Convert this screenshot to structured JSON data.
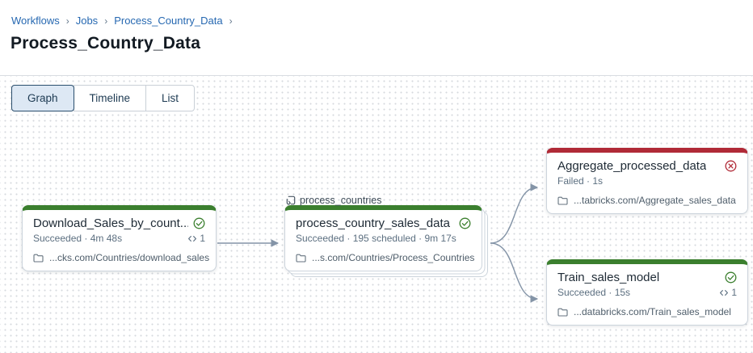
{
  "breadcrumb": {
    "separator": "›",
    "items": [
      "Workflows",
      "Jobs",
      "Process_Country_Data"
    ]
  },
  "page": {
    "title": "Process_Country_Data"
  },
  "tabs": {
    "graph": "Graph",
    "timeline": "Timeline",
    "list": "List",
    "selected": "Graph"
  },
  "graph": {
    "colors": {
      "success": "#3b7f2e",
      "failed": "#b02a37",
      "edge": "#8494a7"
    },
    "nodes": [
      {
        "title": "Download_Sales_by_count...",
        "state": "success",
        "status_line": "Succeeded · 4m 48s",
        "code_count": "1",
        "path": "...cks.com/Countries/download_sales"
      },
      {
        "title": "process_country_sales_data",
        "state": "success",
        "loop_label": "process_countries",
        "status_line": "Succeeded · 195 scheduled · 9m 17s",
        "path": "...s.com/Countries/Process_Countries"
      },
      {
        "title": "Aggregate_processed_data",
        "state": "failed",
        "status_line": "Failed · 1s",
        "path": "...tabricks.com/Aggregate_sales_data"
      },
      {
        "title": "Train_sales_model",
        "state": "success",
        "status_line": "Succeeded · 15s",
        "code_count": "1",
        "path": "...databricks.com/Train_sales_model"
      }
    ]
  }
}
